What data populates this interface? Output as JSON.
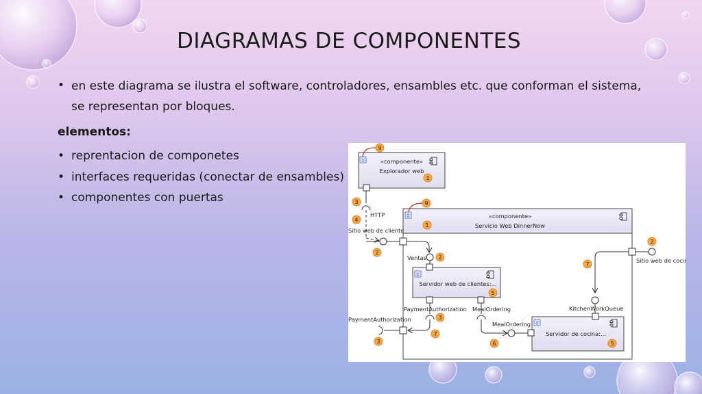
{
  "slide": {
    "title": "DIAGRAMAS DE COMPONENTES",
    "intro_bullet": "en este diagrama se ilustra el software, controladores, ensambles etc. que conforman el sistema, se representan por bloques.",
    "section_label": "elementos:",
    "bullets": [
      "reprentacion de componetes",
      "interfaces requeridas (conectar de ensambles)",
      "componentes con puertas"
    ]
  },
  "diagram": {
    "stereotype": "«componente»",
    "components": {
      "browser": "Explorador web",
      "service": "Servicio Web DinnerNow",
      "client_server": "Servidor web de clientes:...",
      "kitchen_server": "Servidor de cocina:..."
    },
    "interfaces": {
      "http": "HTTP",
      "customer_site": "Sitio web de clientes",
      "kitchen_site": "Sitio web de cocina",
      "sales": "Ventas",
      "payment_auth": "PaymentAuthorization",
      "payment_auth_outer": "PaymentAuthorization",
      "meal_ordering": "MealOrdering",
      "meal_ordering_inner": "MealOrdering",
      "kitchen_queue": "KitchenWorkQueue"
    },
    "badges": {
      "b9a": "9",
      "b1a": "1",
      "b3a": "3",
      "b4": "4",
      "b9b": "9",
      "b1b": "1",
      "b2a": "2",
      "b2b": "2",
      "b2c": "2",
      "b7a": "7",
      "b5a": "5",
      "b3b": "3",
      "b7b": "7",
      "b6": "6",
      "b3c": "3",
      "b5b": "5"
    }
  }
}
